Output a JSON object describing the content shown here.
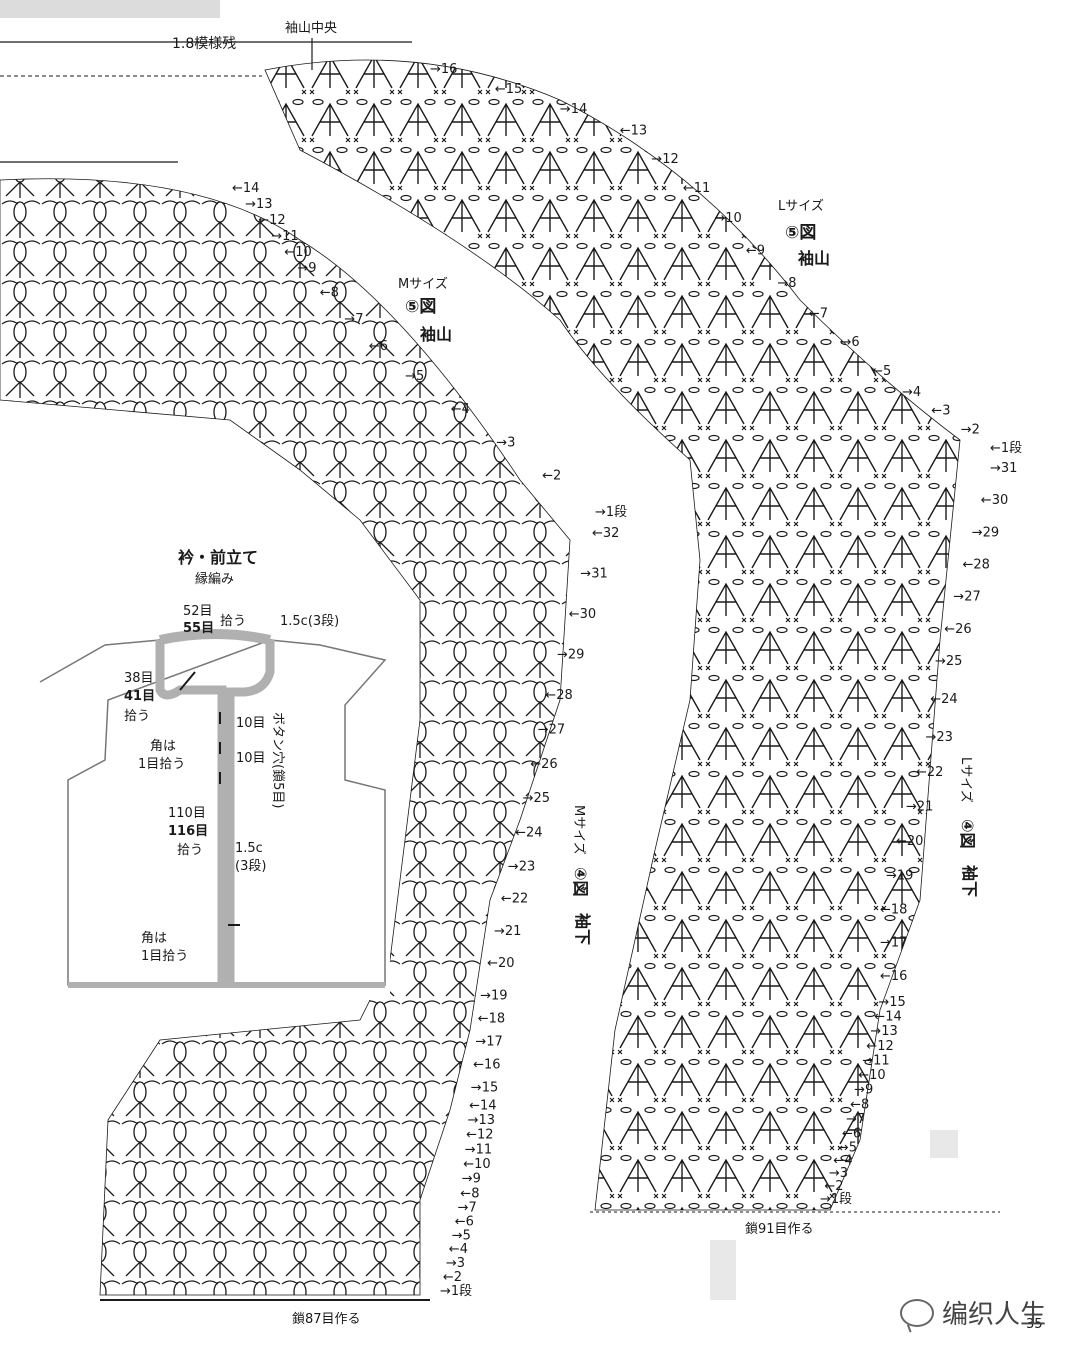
{
  "header": {
    "top_margin_label": "1.8模様残",
    "sleeve_top_center": "袖山中央"
  },
  "charts": {
    "m_cap": {
      "size": "Mサイズ",
      "figure": "⑤図",
      "part": "袖山",
      "rows": [
        "←14",
        "→13",
        "←12",
        "→11",
        "←10",
        "→9",
        "←8",
        "→7",
        "←6",
        "→5",
        "←4",
        "→3",
        "←2",
        "→1段"
      ]
    },
    "l_cap": {
      "size": "Lサイズ",
      "figure": "⑤図",
      "part": "袖山",
      "rows": [
        "→16",
        "←15",
        "→14",
        "←13",
        "→12",
        "←11",
        "→10",
        "←9",
        "→8",
        "←7",
        "→6",
        "←5",
        "→4",
        "←3",
        "→2",
        "←1段"
      ]
    },
    "m_sleeve": {
      "size": "Mサイズ",
      "figure": "④図",
      "part": "袖下",
      "rows": [
        "←32",
        "→31",
        "←30",
        "→29",
        "←28",
        "→27",
        "←26",
        "→25",
        "←24",
        "→23",
        "←22",
        "→21",
        "←20",
        "→19",
        "←18",
        "→17",
        "←16",
        "→15",
        "←14",
        "→13",
        "←12",
        "→11",
        "←10",
        "→9",
        "←8",
        "→7",
        "←6",
        "→5",
        "←4",
        "→3",
        "←2",
        "→1段"
      ],
      "chain_note": "鎖87目作る"
    },
    "l_sleeve": {
      "size": "Lサイズ",
      "figure": "④図",
      "part": "袖下",
      "rows": [
        "→31",
        "←30",
        "→29",
        "←28",
        "→27",
        "←26",
        "→25",
        "←24",
        "→23",
        "←22",
        "→21",
        "←20",
        "→19",
        "←18",
        "→17",
        "←16",
        "→15",
        "←14",
        "→13",
        "←12",
        "→11",
        "←10",
        "→9",
        "←8",
        "→7",
        "←6",
        "→5",
        "←4",
        "→3",
        "←2",
        "→1段"
      ],
      "chain_note": "鎖91目作る"
    }
  },
  "collar": {
    "title": "衿・前立て",
    "subtitle": "縁編み",
    "top_count_m": "52目",
    "top_count_l": "55目",
    "top_pick": "拾う",
    "band_width_top": "1.5c(3段)",
    "neck_m": "38目",
    "neck_l": "41目",
    "neck_pick": "拾う",
    "spacing_1": "10目",
    "spacing_2": "10目",
    "buttonhole": "ボタン穴(鎖5目)",
    "corner_1": "角は",
    "corner_1b": "1目拾う",
    "front_m": "110目",
    "front_l": "116目",
    "front_pick": "拾う",
    "band_width_front_1": "1.5c",
    "band_width_front_2": "(3段)",
    "corner_2": "角は",
    "corner_2b": "1目拾う"
  },
  "footer": {
    "watermark": "编织人生",
    "page_number": "35"
  },
  "colors": {
    "ink": "#1a1a1a",
    "band": "#b0b0b0"
  }
}
